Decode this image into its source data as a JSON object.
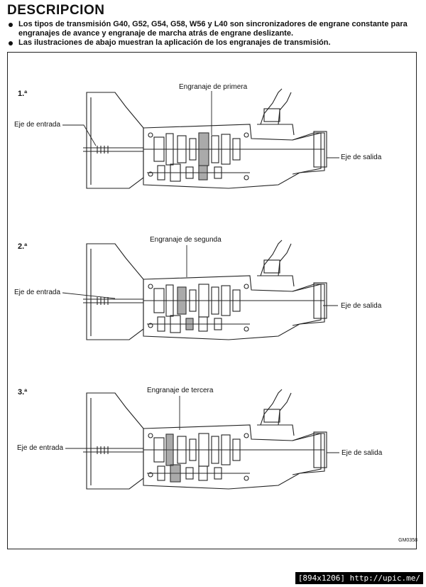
{
  "document": {
    "title": "DESCRIPCION",
    "bullets": [
      "Los tipos de transmisión G40, G52, G54, G58, W56 y L40 son sincronizadores de engrane constante para engranajes de avance y engranaje de marcha atrás de engrane deslizante.",
      "Las ilustraciones de abajo muestran la aplicación de los engranajes de transmisión."
    ],
    "panels": [
      {
        "number": "1.ª",
        "gear_label": "Engranaje de primera",
        "input_label": "Eje de entrada",
        "output_label": "Eje de salida"
      },
      {
        "number": "2.ª",
        "gear_label": "Engranaje de segunda",
        "input_label": "Eje de entrada",
        "output_label": "Eje de salida"
      },
      {
        "number": "3.ª",
        "gear_label": "Engranaje de tercera",
        "input_label": "Eje de entrada",
        "output_label": "Eje de salida"
      }
    ],
    "figure_code": "GM0358",
    "watermark": "[894x1206] http://upic.me/"
  }
}
